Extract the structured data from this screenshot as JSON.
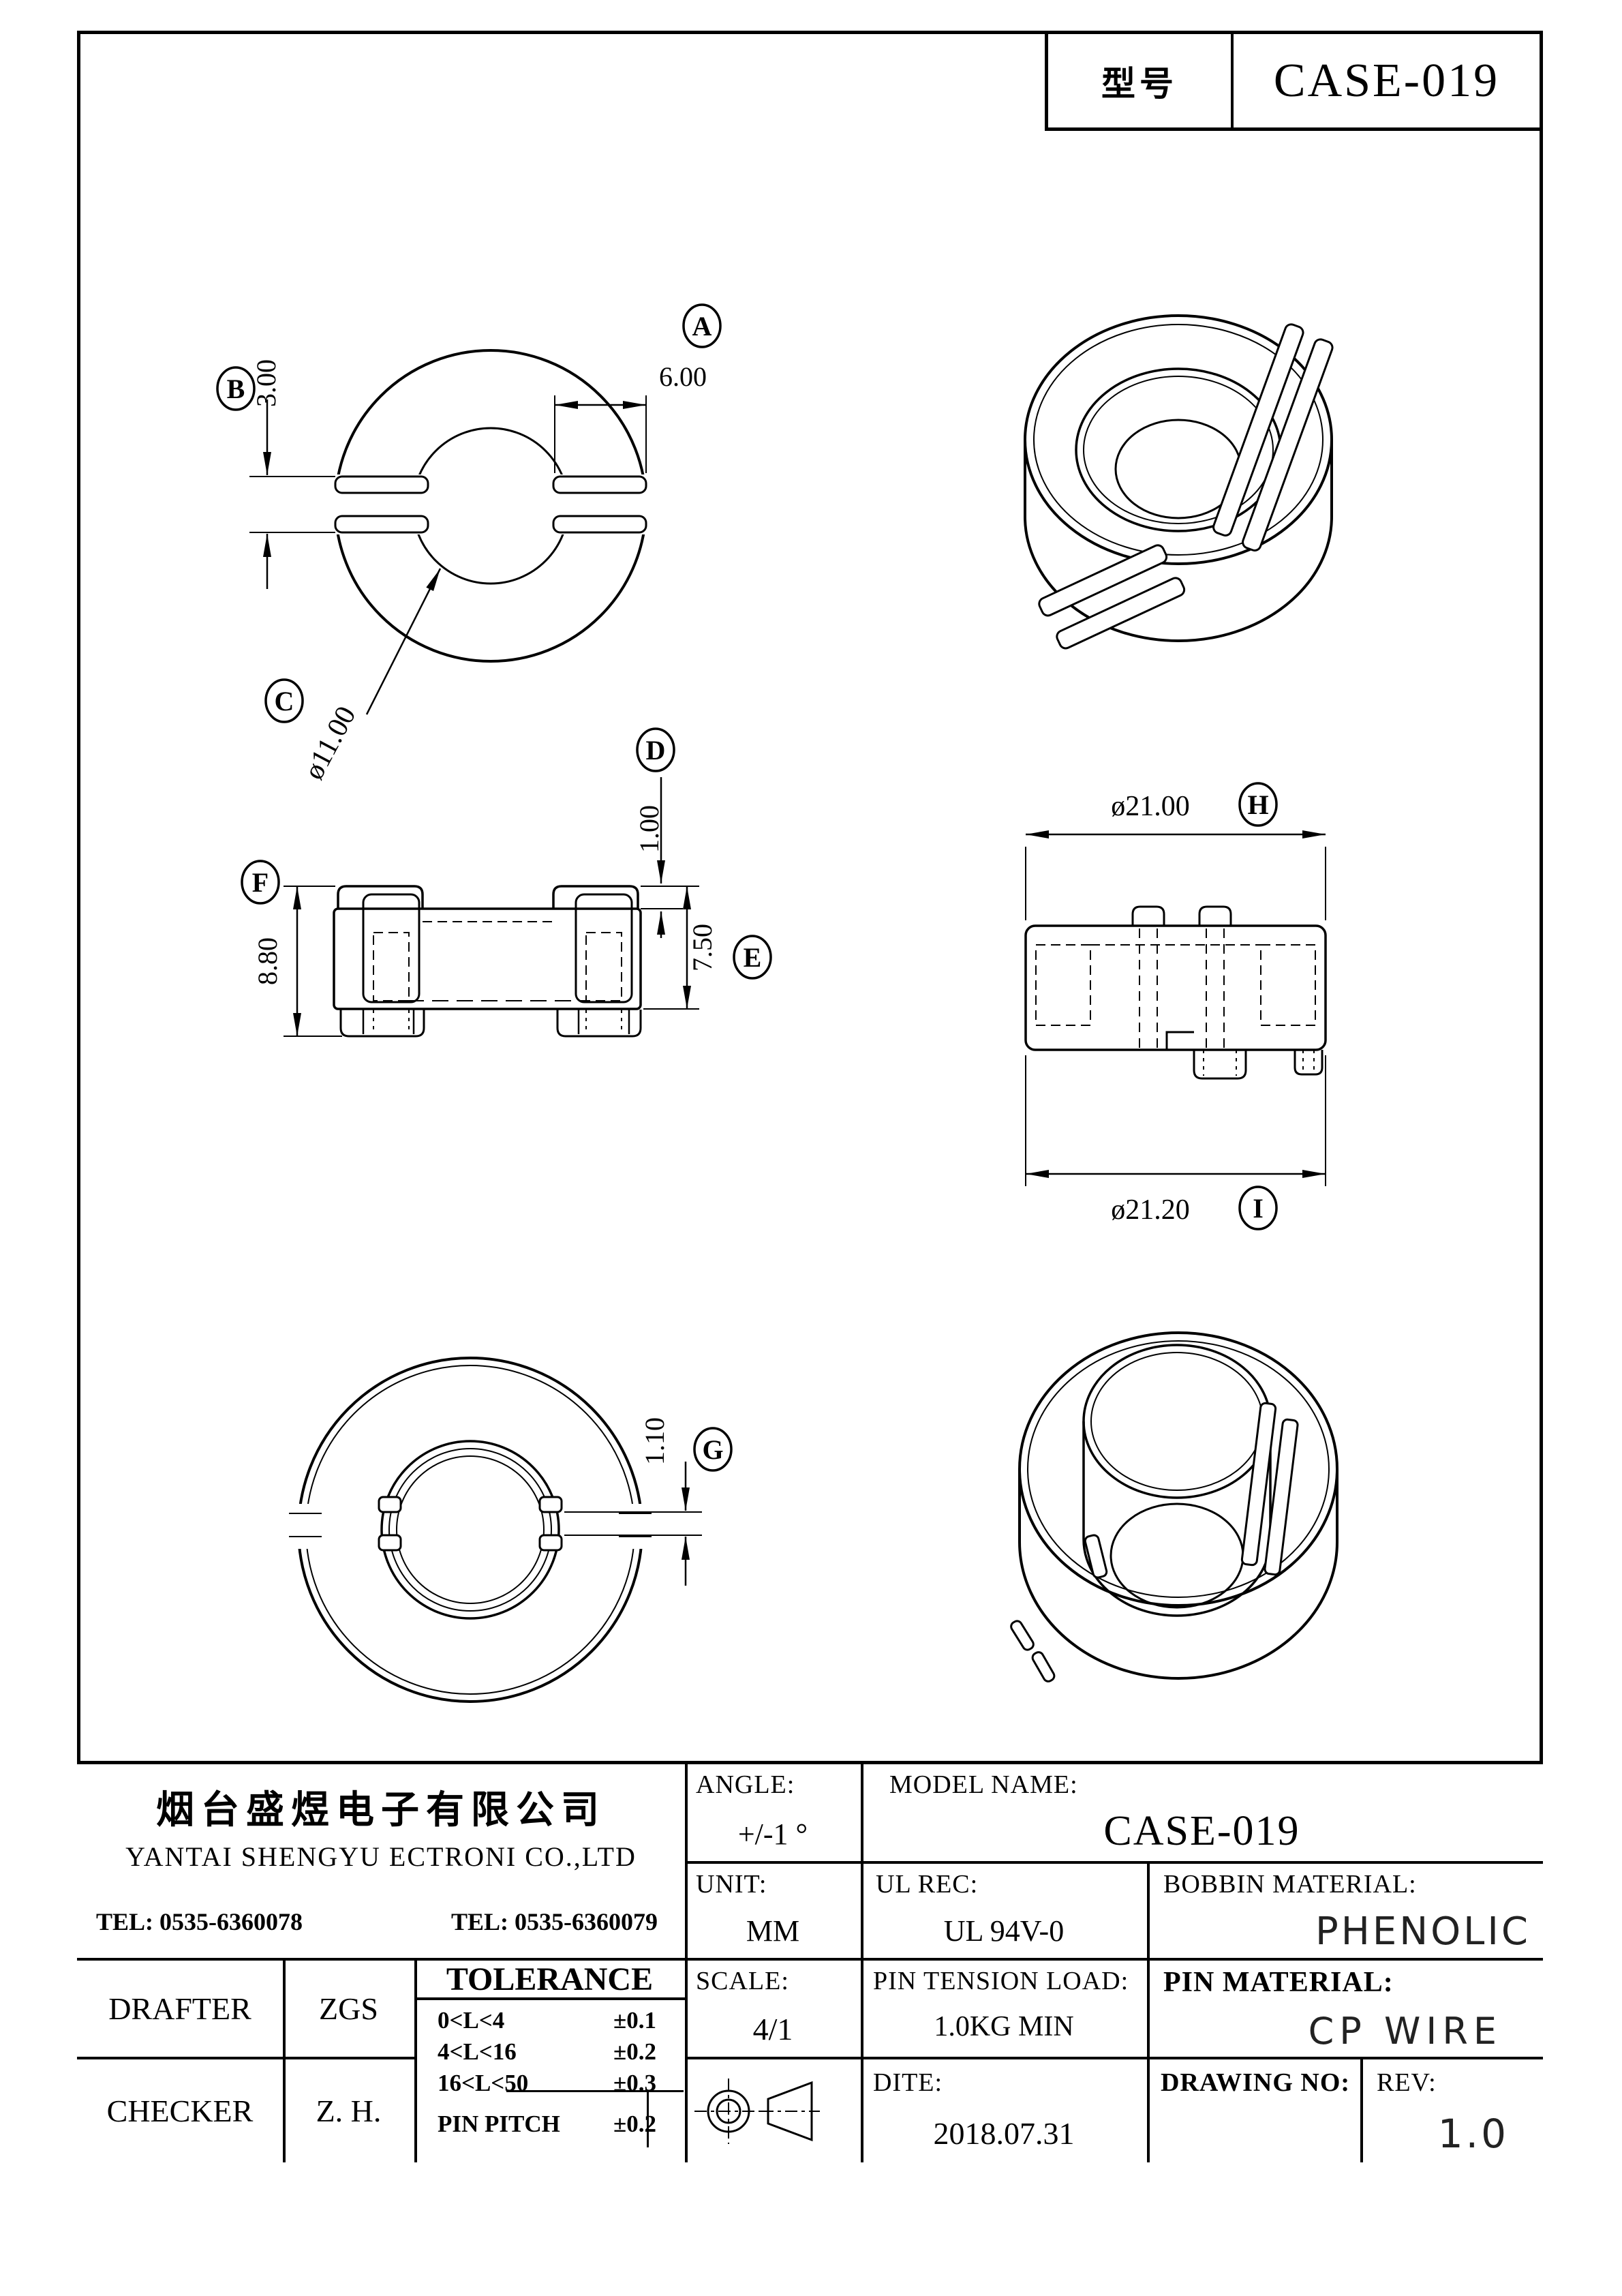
{
  "page": {
    "model_tag": {
      "label": "型号",
      "value": "CASE-019"
    }
  },
  "drawing": {
    "front_view": {
      "dim_a": {
        "letter": "A",
        "value": "6.00"
      },
      "dim_b": {
        "letter": "B",
        "value": "3.00"
      },
      "dim_c": {
        "letter": "C",
        "value": "ø11.00"
      }
    },
    "side_view": {
      "dim_d": {
        "letter": "D",
        "value": "1.00"
      },
      "dim_e": {
        "letter": "E",
        "value": "7.50"
      },
      "dim_f": {
        "letter": "F",
        "value": "8.80"
      }
    },
    "diameter_view": {
      "dim_h": {
        "letter": "H",
        "value": "ø21.00"
      },
      "dim_i": {
        "letter": "I",
        "value": "ø21.20"
      }
    },
    "bottom_view": {
      "dim_g": {
        "letter": "G",
        "value": "1.10"
      }
    }
  },
  "title_block": {
    "company_cn": "烟台盛煜电子有限公司",
    "company_en": "YANTAI SHENGYU ECTRONI CO.,LTD",
    "tel_left": "TEL: 0535-6360078",
    "tel_right": "TEL: 0535-6360079",
    "angle_label": "ANGLE:",
    "angle_value": "+/-1 °",
    "model_name_label": "MODEL NAME:",
    "model_name_value": "CASE-019",
    "unit_label": "UNIT:",
    "unit_value": "MM",
    "ul_rec_label": "UL REC:",
    "ul_rec_value": "UL 94V-0",
    "bobbin_material_label": "BOBBIN MATERIAL:",
    "bobbin_material_value": "PHENOLIC",
    "drafter_label": "DRAFTER",
    "drafter_value": "ZGS",
    "checker_label": "CHECKER",
    "checker_value": "Z. H.",
    "tolerance_title": "TOLERANCE",
    "tolerance_rows": [
      {
        "range": "0<L<4",
        "tol": "±0.1"
      },
      {
        "range": "4<L<16",
        "tol": "±0.2"
      },
      {
        "range": "16<L<50",
        "tol": "±0.3"
      },
      {
        "range": "PIN PITCH",
        "tol": "±0.2"
      }
    ],
    "scale_label": "SCALE:",
    "scale_value": "4/1",
    "pin_tension_label": "PIN TENSION LOAD:",
    "pin_tension_value": "1.0KG MIN",
    "pin_material_label": "PIN MATERIAL:",
    "pin_material_value": "CP WIRE",
    "date_label": "DITE:",
    "date_value": "2018.07.31",
    "drawing_no_label": "DRAWING NO:",
    "rev_label": "REV:",
    "rev_value": "1.0"
  },
  "colors": {
    "line": "#000000",
    "background": "#ffffff"
  }
}
